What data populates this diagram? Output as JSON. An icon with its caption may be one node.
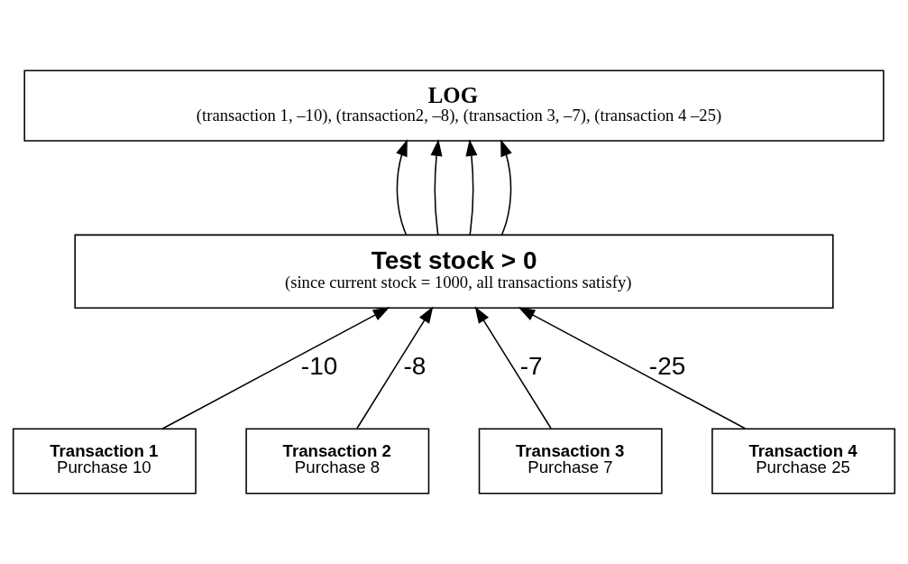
{
  "diagram": {
    "nodes": [
      {
        "text": [
          "LOG",
          "(transaction 1, –10), (transaction2, –8), (transaction 3, –7), (transaction 4 –25)"
        ]
      },
      {
        "text": [
          "Test stock > 0",
          "(since current stock = 1000, all transactions satisfy)"
        ]
      },
      {
        "text": [
          "Transaction 1",
          "Purchase 10"
        ]
      },
      {
        "text": [
          "Transaction 2",
          "Purchase 8"
        ]
      },
      {
        "text": [
          "Transaction 3",
          "Purchase 7"
        ]
      },
      {
        "text": [
          "Transaction 4",
          "Purchase 25"
        ]
      }
    ],
    "edges": [
      {
        "from": 1,
        "to": 0,
        "arrow": "to"
      },
      {
        "from": 1,
        "to": 0,
        "arrow": "to"
      },
      {
        "from": 1,
        "to": 0,
        "arrow": "to"
      },
      {
        "from": 1,
        "to": 0,
        "arrow": "to"
      },
      {
        "from": 2,
        "to": 1,
        "arrow": "to",
        "label": "-10"
      },
      {
        "from": 3,
        "to": 1,
        "arrow": "to",
        "label": "-8"
      },
      {
        "from": 4,
        "to": 1,
        "arrow": "to",
        "label": "-7"
      },
      {
        "from": 5,
        "to": 1,
        "arrow": "to",
        "label": "-25"
      }
    ]
  }
}
